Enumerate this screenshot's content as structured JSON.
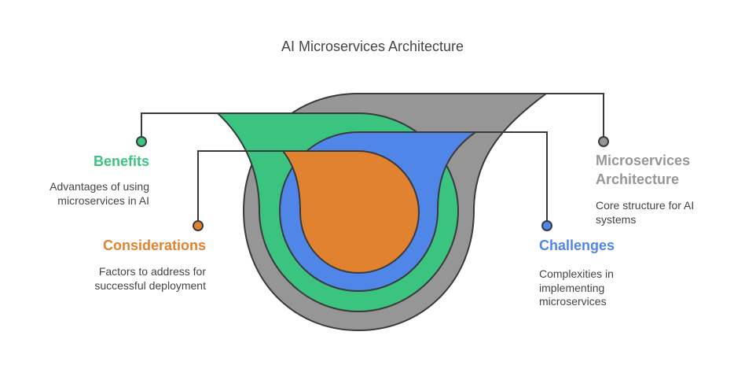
{
  "title": "AI Microservices Architecture",
  "colors": {
    "architecture": "#969696",
    "benefits": "#3bc47f",
    "challenges": "#4f86e8",
    "considerations": "#e0822f",
    "stroke": "#3a3a3a"
  },
  "items": {
    "benefits": {
      "label": "Benefits",
      "description": "Advantages of using microservices in AI"
    },
    "considerations": {
      "label": "Considerations",
      "description": "Factors to address for successful deployment"
    },
    "architecture": {
      "label": "Microservices Architecture",
      "description": "Core structure for AI systems"
    },
    "challenges": {
      "label": "Challenges",
      "description": "Complexities in implementing microservices"
    }
  }
}
